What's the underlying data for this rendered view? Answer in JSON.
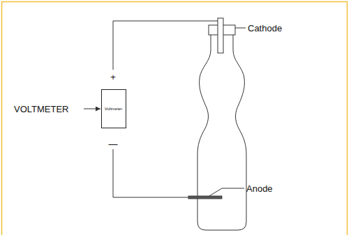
{
  "diagram": {
    "nodes": [
      {
        "text": [
          "Voltmeter"
        ]
      }
    ],
    "labels": [
      "Cathode",
      "VOLTMETER",
      "+",
      "—",
      "Anode"
    ]
  }
}
